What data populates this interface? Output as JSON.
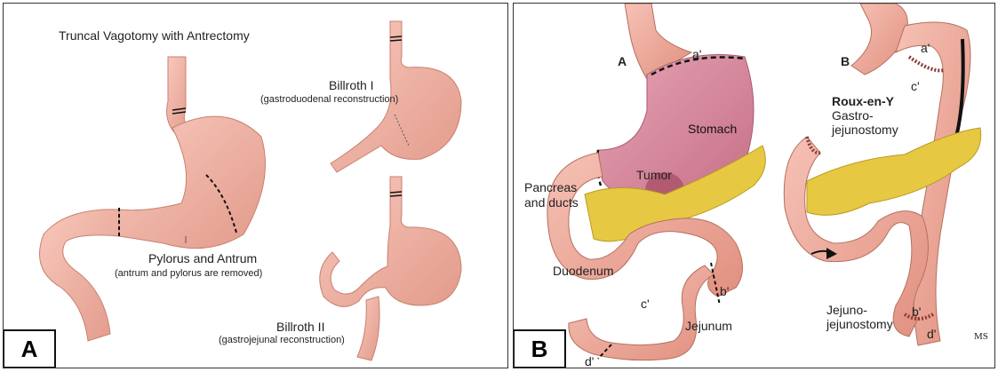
{
  "panel_a": {
    "tag": "A",
    "title": "Truncal Vagotomy with Antrectomy",
    "pylorus_title": "Pylorus and Antrum",
    "pylorus_note": "(antrum and pylorus are removed)",
    "billroth1_title": "Billroth I",
    "billroth1_note": "(gastroduodenal reconstruction)",
    "billroth2_title": "Billroth II",
    "billroth2_note": "(gastrojejunal reconstruction)"
  },
  "panel_b": {
    "tag": "B",
    "sub_a": "A",
    "sub_b": "B",
    "stomach": "Stomach",
    "tumor": "Tumor",
    "pancreas": "Pancreas and ducts",
    "duodenum": "Duodenum",
    "jejunum": "Jejunum",
    "roux_title": "Roux-en-Y",
    "roux_note": "Gastro- jejunostomy",
    "jj": "Jejuno- jejunostomy",
    "mark_a1": "a'",
    "mark_a2": "a'",
    "mark_b1": "b'",
    "mark_b2": "b'",
    "mark_c1": "c'",
    "mark_c2": "c'",
    "mark_d1": "d'",
    "mark_d2": "d'",
    "signature": "MS"
  },
  "colors": {
    "tissue": "#f2b0a2",
    "tissue_dark": "#d98a7c",
    "pancreas": "#e7c843",
    "stomach_b": "#cf7d93"
  }
}
